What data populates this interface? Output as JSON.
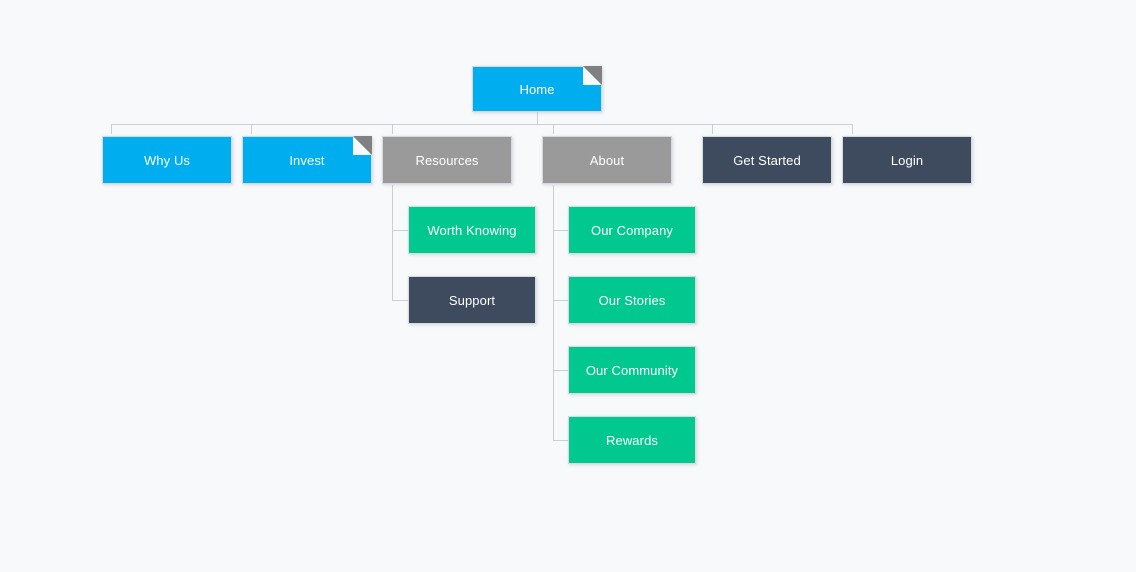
{
  "diagram": {
    "type": "sitemap-tree",
    "background_color": "#f7f9fb",
    "connector_color": "#c9cfd4",
    "palette": {
      "blue": "#00aeef",
      "gray": "#9a9a9a",
      "navy": "#3e4a5e",
      "green": "#00c88f",
      "fold": "#808080",
      "label": "#ffffff"
    }
  },
  "nodes": {
    "home": {
      "label": "Home",
      "color": "blue",
      "folded": true
    },
    "why_us": {
      "label": "Why Us",
      "color": "blue",
      "folded": false
    },
    "invest": {
      "label": "Invest",
      "color": "blue",
      "folded": true
    },
    "resources": {
      "label": "Resources",
      "color": "gray",
      "folded": false
    },
    "about": {
      "label": "About",
      "color": "gray",
      "folded": false
    },
    "get_started": {
      "label": "Get Started",
      "color": "navy",
      "folded": false
    },
    "login": {
      "label": "Login",
      "color": "navy",
      "folded": false
    },
    "worth_knowing": {
      "label": "Worth Knowing",
      "color": "green",
      "folded": false
    },
    "support": {
      "label": "Support",
      "color": "navy",
      "folded": false
    },
    "our_company": {
      "label": "Our Company",
      "color": "green",
      "folded": false
    },
    "our_stories": {
      "label": "Our Stories",
      "color": "green",
      "folded": false
    },
    "our_community": {
      "label": "Our Community",
      "color": "green",
      "folded": false
    },
    "rewards": {
      "label": "Rewards",
      "color": "green",
      "folded": false
    }
  }
}
